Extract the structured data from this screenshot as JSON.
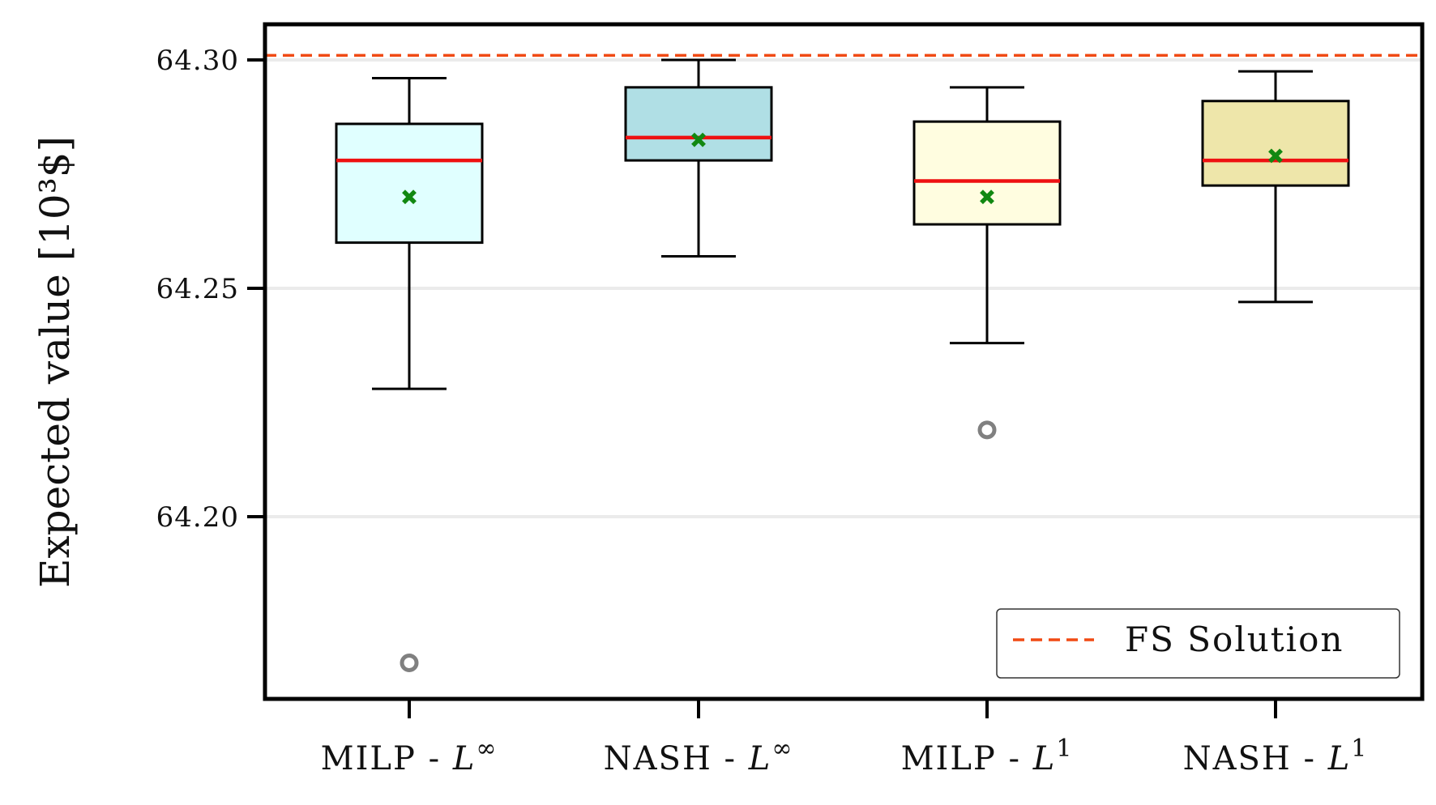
{
  "chart_data": {
    "type": "box",
    "title": "",
    "xlabel": "",
    "ylabel": "Expected value [10³$]",
    "ylim": [
      64.16,
      64.308
    ],
    "yticks": [
      "64.20",
      "64.25",
      "64.30"
    ],
    "ytick_values": [
      64.2,
      64.25,
      64.3
    ],
    "grid": "horizontal, light gray",
    "categories": [
      "MILP - L∞",
      "NASH - L∞",
      "MILP - L¹",
      "NASH - L¹"
    ],
    "boxes": [
      {
        "name": "MILP - L∞",
        "whisker_low": 64.228,
        "q1": 64.26,
        "median": 64.278,
        "q3": 64.286,
        "whisker_high": 64.296,
        "mean": 64.27,
        "outliers": [
          64.168
        ],
        "color": "#e0ffff"
      },
      {
        "name": "NASH - L∞",
        "whisker_low": 64.257,
        "q1": 64.278,
        "median": 64.283,
        "q3": 64.294,
        "whisker_high": 64.3,
        "mean": 64.2825,
        "outliers": [],
        "color": "#b0dfe5"
      },
      {
        "name": "MILP - L¹",
        "whisker_low": 64.238,
        "q1": 64.264,
        "median": 64.2735,
        "q3": 64.2865,
        "whisker_high": 64.294,
        "mean": 64.27,
        "outliers": [
          64.219
        ],
        "color": "#fffde0"
      },
      {
        "name": "NASH - L¹",
        "whisker_low": 64.247,
        "q1": 64.2725,
        "median": 64.278,
        "q3": 64.291,
        "whisker_high": 64.2975,
        "mean": 64.279,
        "outliers": [],
        "color": "#eee6aa"
      }
    ],
    "reference_line": {
      "label": "FS Solution",
      "value": 64.301,
      "color": "#f04a14",
      "style": "dashed"
    },
    "median_color": "#ee1111",
    "mean_marker_color": "#118811",
    "legend": {
      "placement": "lower-right",
      "entries": [
        "FS Solution"
      ]
    }
  }
}
